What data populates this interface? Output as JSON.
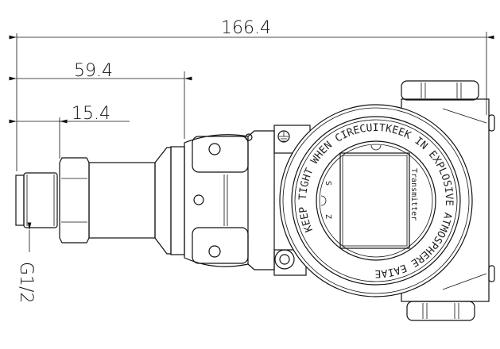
{
  "dimensions": {
    "overall_length": "166.4",
    "to_flange": "59.4",
    "to_hex": "15.4",
    "thread": "G1/2"
  },
  "housing": {
    "ring_text": "KEEP TIGHT WHEN CIRECUITKEEK IN EXPLOSIVE ATMOSPHERE EAIAE",
    "label": "Transmitter",
    "mark_s": "S",
    "mark_z": "Z"
  }
}
